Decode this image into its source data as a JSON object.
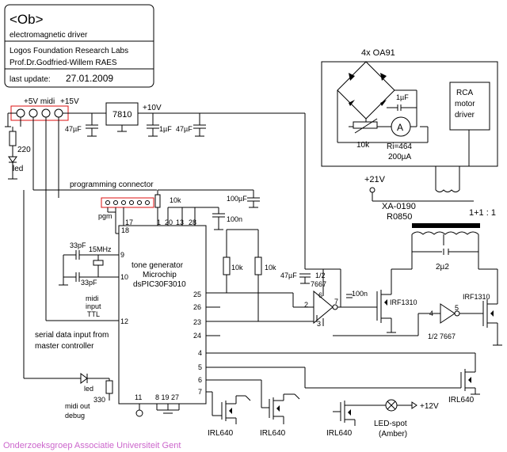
{
  "title_block": {
    "project": "<Ob>",
    "subtitle": "electromagnetic driver",
    "org": "Logos Foundation Research Labs",
    "author": "Prof.Dr.Godfried-Willem RAES",
    "update_label": "last update:",
    "update_date": "27.01.2009"
  },
  "footer": "Onderzoeksgroep Associatie Universiteit Gent",
  "colors": {
    "wire": "#000000",
    "connector": "#dd1111",
    "footer": "#cc66cc"
  },
  "labels": {
    "p5v_midi": "+5V midi",
    "p15v": "+15V",
    "reg": "7810",
    "p10v": "+10V",
    "c47a": "47µF",
    "c1u": "1µF",
    "c47b": "47µF",
    "r220": "220",
    "led1": "led",
    "prog_conn": "programming connector",
    "pgm": "pgm",
    "r10k_top": "10k",
    "c100u": "100µF",
    "c100n_a": "100n",
    "ic_line1": "tone generator",
    "ic_line2": "Microchip",
    "ic_line3": "dsPIC30F3010",
    "xtal_c1": "33pF",
    "xtal_c2": "33pF",
    "xtal": "15MHz",
    "midi_in1": "midi",
    "midi_in2": "input",
    "midi_in3": "TTL",
    "serial1": "serial data input from",
    "serial2": "master controller",
    "led2": "led",
    "r330": "330",
    "midi_out1": "midi out",
    "midi_out2": "debug",
    "r10k_a": "10k",
    "r10k_b": "10k",
    "c47c": "47µF",
    "half7667_a1": "1/2",
    "half7667_a2": "7667",
    "c100n_b": "100n",
    "irf1310_a": "IRF1310",
    "irf1310_b": "IRF1310",
    "half7667_b": "1/2 7667",
    "irl640_1": "IRL640",
    "irl640_2": "IRL640",
    "irl640_3": "IRL640",
    "irl640_4": "IRL640",
    "ledspot1": "LED-spot",
    "ledspot2": "(Amber)",
    "p12v": "+12V",
    "p21v": "+21V",
    "xa": "XA-0190",
    "r0850": "R0850",
    "ratio": "1+1 : 1",
    "c2u2": "2µ2",
    "diodes": "4x OA91",
    "c1u_b": "1µF",
    "r10k_c": "10k",
    "meter_ri": "Ri=464",
    "meter_range": "200µA",
    "meter_sym": "A",
    "rca1": "RCA",
    "rca2": "motor",
    "rca3": "driver"
  },
  "pins": {
    "p1": "1",
    "p20": "20",
    "p13": "13",
    "p28": "28",
    "p17": "17",
    "p18": "18",
    "p9": "9",
    "p10": "10",
    "p12": "12",
    "p25": "25",
    "p26": "26",
    "p23": "23",
    "p24": "24",
    "p4": "4",
    "p5": "5",
    "p6": "6",
    "p7": "7",
    "p11": "11",
    "p8_19_27": "8 19 27",
    "d2": "2",
    "d3": "3",
    "d6": "6",
    "d7": "7",
    "d4": "4",
    "d5": "5"
  }
}
